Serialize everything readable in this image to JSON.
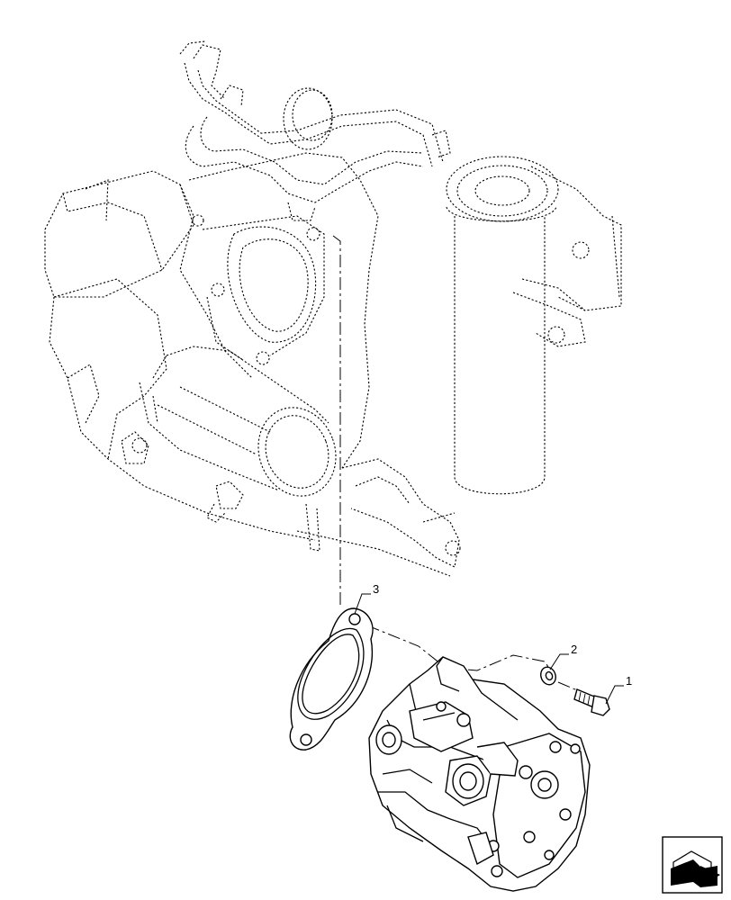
{
  "callouts": {
    "c1": "1",
    "c2": "2",
    "c3": "3"
  },
  "icons": {
    "corner": "next-page-arrow-icon"
  }
}
